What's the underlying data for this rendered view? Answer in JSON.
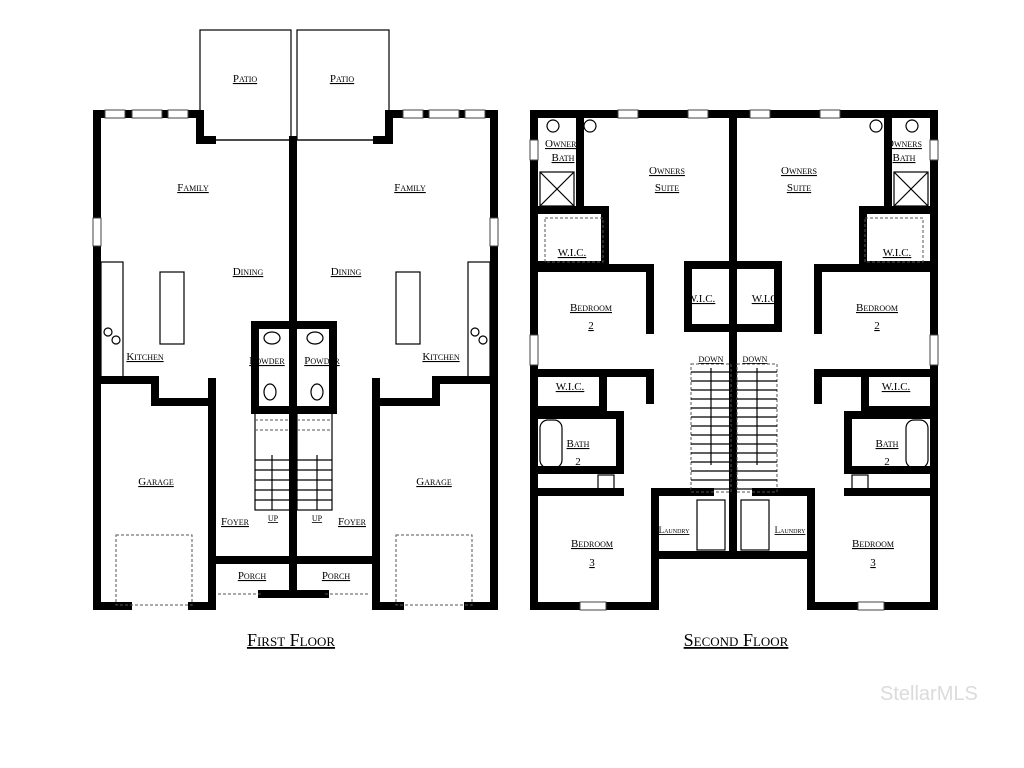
{
  "first_floor": {
    "title": "First Floor",
    "rooms": {
      "patio": "Patio",
      "family": "Family",
      "dining": "Dining",
      "kitchen": "Kitchen",
      "powder": "Powder",
      "garage": "Garage",
      "foyer": "Foyer",
      "porch": "Porch",
      "up": "UP"
    }
  },
  "second_floor": {
    "title": "Second Floor",
    "rooms": {
      "owners_bath_1": "Owners",
      "owners_bath_2": "Bath",
      "owners_suite_1": "Owners",
      "owners_suite_2": "Suite",
      "wic": "W.I.C.",
      "bedroom": "Bedroom",
      "bedroom2_num": "2",
      "bedroom3_num": "3",
      "bath": "Bath",
      "bath_num": "2",
      "laundry": "Laundry",
      "down": "DOWN"
    }
  },
  "watermark": "StellarMLS"
}
